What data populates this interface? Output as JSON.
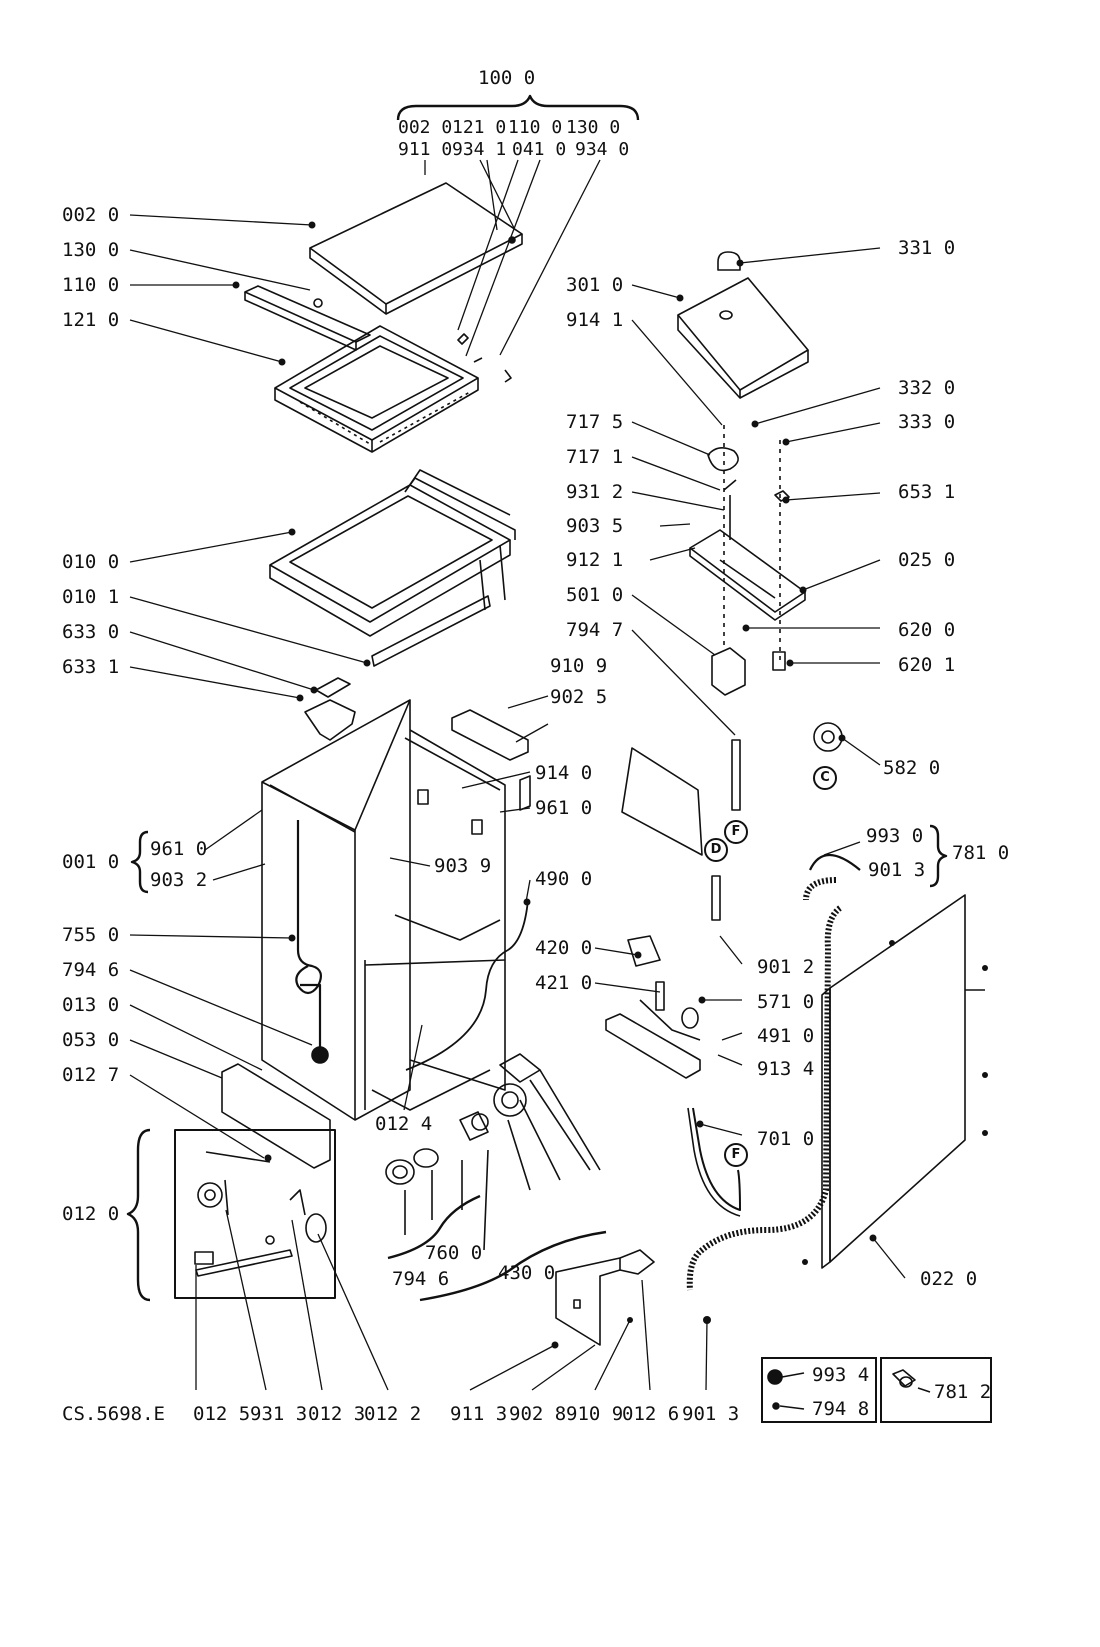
{
  "top_group": {
    "header": "100 0",
    "row1": [
      "002 0",
      "121 0",
      "110 0",
      "130 0"
    ],
    "row2": [
      "911 0",
      "934 1",
      "041 0",
      "934 0"
    ]
  },
  "left_labels": [
    "002 0",
    "130 0",
    "110 0",
    "121 0",
    "010 0",
    "010 1",
    "633 0",
    "633 1",
    "755 0",
    "794 6",
    "013 0",
    "053 0",
    "012 7",
    "012 0"
  ],
  "bracket_001": {
    "main": "001 0",
    "sub1": "961 0",
    "sub2": "903 2"
  },
  "right_labels": [
    "331 0",
    "332 0",
    "333 0",
    "653 1",
    "025 0",
    "620 0",
    "620 1",
    "582 0",
    "901 2",
    "571 0",
    "491 0",
    "913 4",
    "701 0",
    "022 0"
  ],
  "mid_labels": [
    "301 0",
    "914 1",
    "717 5",
    "717 1",
    "931 2",
    "903 5",
    "912 1",
    "501 0",
    "794 7",
    "910 9",
    "902 5",
    "914 0",
    "961 0",
    "903 9",
    "490 0",
    "420 0",
    "421 0",
    "012 4"
  ],
  "bracket_781": {
    "main": "781 0",
    "sub1": "993 0",
    "sub2": "901 3"
  },
  "bottom_center": [
    "760 0",
    "794 6",
    "430 0"
  ],
  "bottom_row": [
    "012 5",
    "931 3",
    "012 3",
    "012 2",
    "911 3",
    "902 8",
    "910 9",
    "012 6",
    "901 3"
  ],
  "drawing_code": "CS.5698.E",
  "legend": {
    "item1": "993 4",
    "item2": "794 8",
    "item3": "781 2"
  },
  "circle_markers": {
    "c": "C",
    "f": "F",
    "d": "D"
  }
}
